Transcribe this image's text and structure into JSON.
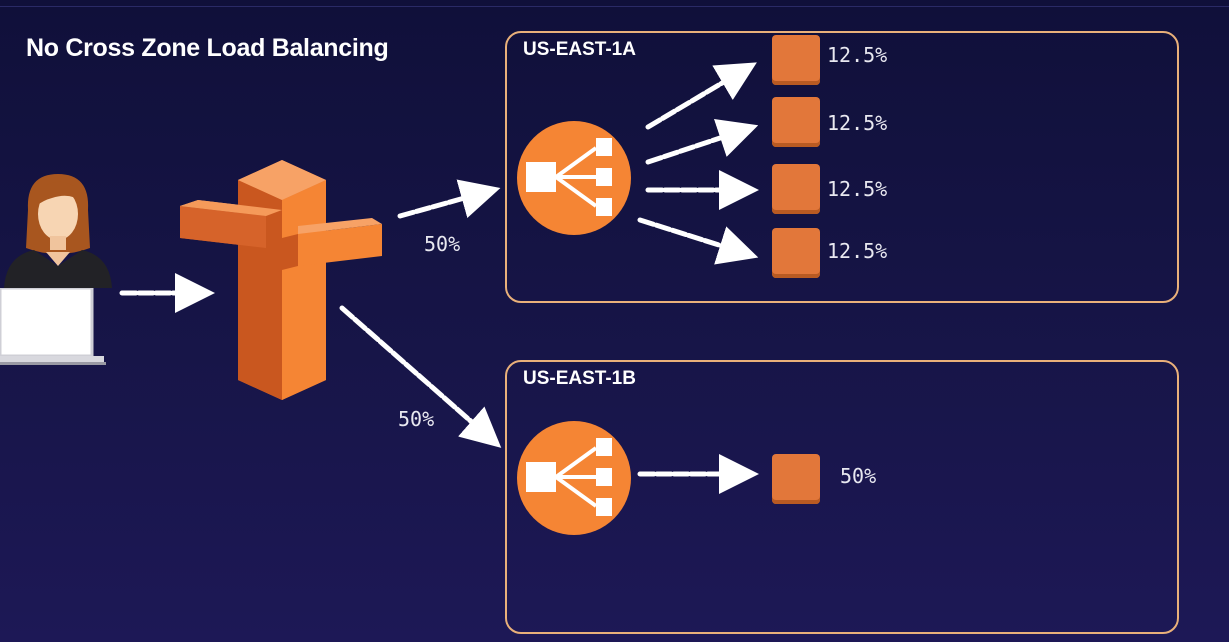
{
  "title": "No Cross Zone Load Balancing",
  "zones": [
    {
      "label": "US-EAST-1A",
      "incoming_share": "50%",
      "instances": [
        "12.5%",
        "12.5%",
        "12.5%",
        "12.5%"
      ]
    },
    {
      "label": "US-EAST-1B",
      "incoming_share": "50%",
      "instances": [
        "50%"
      ]
    }
  ],
  "colors": {
    "background": "#171548",
    "zone_border": "#e9b07a",
    "aws_orange": "#f58534",
    "instance": "#e2773a",
    "arrow": "#ffffff"
  },
  "icons": [
    "user-icon",
    "laptop-icon",
    "load-balancer-gateway-icon",
    "elb-icon",
    "ec2-instance-icon",
    "arrow-icon"
  ]
}
